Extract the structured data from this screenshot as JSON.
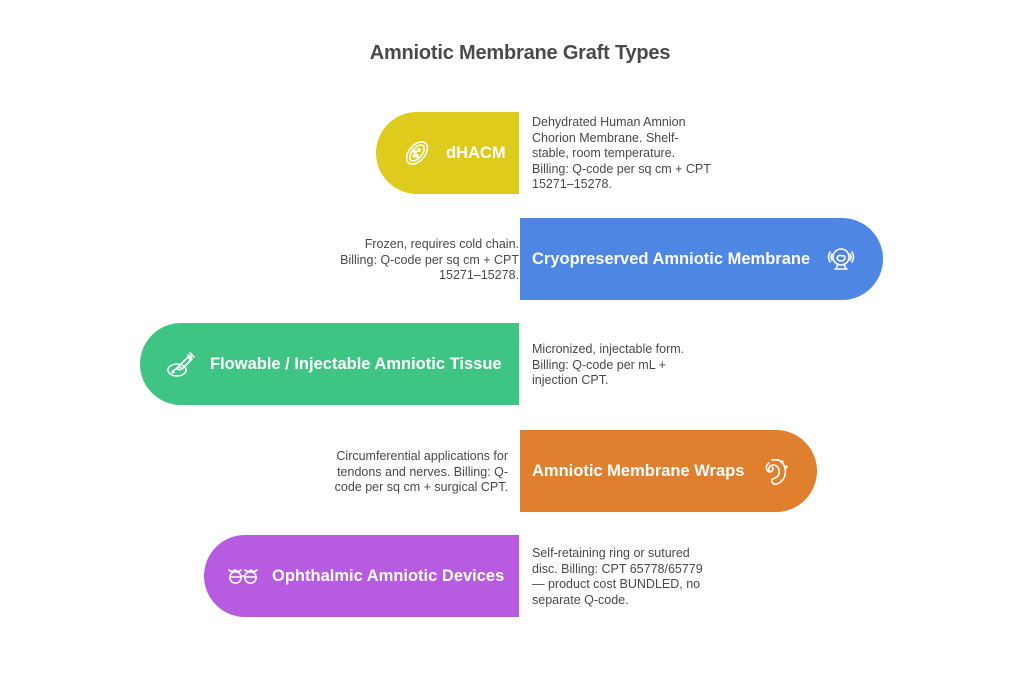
{
  "title": "Amniotic Membrane Graft Types",
  "colors": {
    "dhacm": "#DECB1C",
    "cryo": "#4E86E4",
    "flowable": "#3EC483",
    "wraps": "#E07F2E",
    "ophthalmic": "#B75BE0",
    "text": "#4a4a4a"
  },
  "items": [
    {
      "label": "dHACM",
      "icon": "cell-icon",
      "description_lines": [
        "Dehydrated Human Amnion",
        "Chorion Membrane. Shelf-",
        "stable, room temperature.",
        "Billing: Q-code per sq cm + CPT",
        "15271–15278."
      ]
    },
    {
      "label": "Cryopreserved Amniotic Membrane",
      "icon": "cryo-chamber-icon",
      "description_lines": [
        "Frozen, requires cold chain.",
        "Billing: Q-code per sq cm + CPT",
        "15271–15278."
      ]
    },
    {
      "label": "Flowable / Injectable Amniotic Tissue",
      "icon": "syringe-dish-icon",
      "description_lines": [
        "Micronized, injectable form.",
        "Billing: Q-code per mL +",
        "injection CPT."
      ]
    },
    {
      "label": "Amniotic Membrane Wraps",
      "icon": "nerve-wrap-icon",
      "description_lines": [
        "Circumferential applications for",
        "tendons and nerves. Billing: Q-",
        "code per sq cm + surgical CPT."
      ]
    },
    {
      "label": "Ophthalmic Amniotic Devices",
      "icon": "eye-ring-icon",
      "description_lines": [
        "Self-retaining ring or sutured",
        "disc. Billing: CPT 65778/65779",
        "— product cost BUNDLED, no",
        "separate Q-code."
      ]
    }
  ]
}
